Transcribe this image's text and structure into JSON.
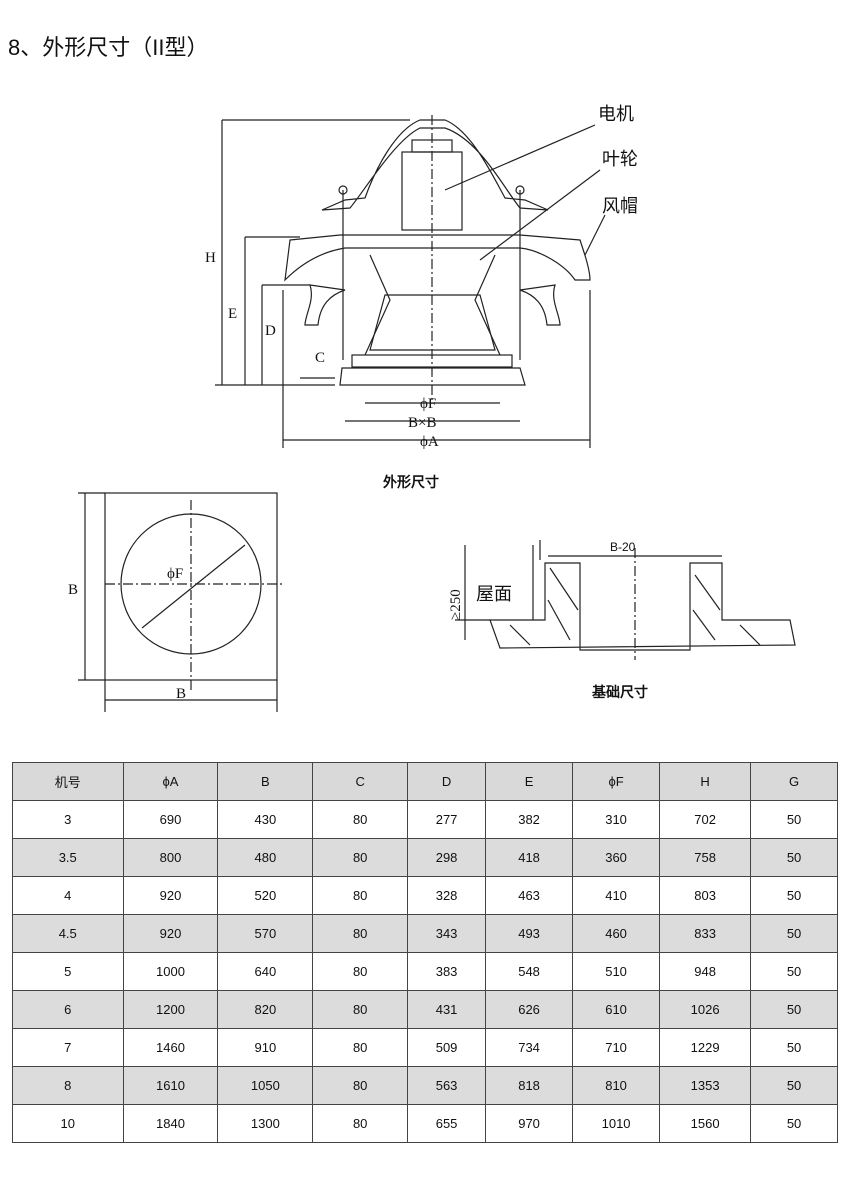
{
  "title": "8、外形尺寸（II型）",
  "main_diagram": {
    "labels": {
      "motor": "电机",
      "impeller": "叶轮",
      "hood": "风帽"
    },
    "dims": {
      "H": "H",
      "E": "E",
      "D": "D",
      "C": "C",
      "F": "ϕF",
      "BxB": "B×B",
      "A": "ϕA"
    },
    "caption": "外形尺寸"
  },
  "plan_diagram": {
    "B_left": "B",
    "B_bottom": "B",
    "F": "ϕF"
  },
  "foundation_diagram": {
    "top": "B-20",
    "height": "≥250",
    "roof": "屋面",
    "caption": "基础尺寸"
  },
  "table": {
    "headers": [
      "机号",
      "ϕA",
      "B",
      "C",
      "D",
      "E",
      "ϕF",
      "H",
      "G"
    ],
    "rows": [
      [
        "3",
        "690",
        "430",
        "80",
        "277",
        "382",
        "310",
        "702",
        "50"
      ],
      [
        "3.5",
        "800",
        "480",
        "80",
        "298",
        "418",
        "360",
        "758",
        "50"
      ],
      [
        "4",
        "920",
        "520",
        "80",
        "328",
        "463",
        "410",
        "803",
        "50"
      ],
      [
        "4.5",
        "920",
        "570",
        "80",
        "343",
        "493",
        "460",
        "833",
        "50"
      ],
      [
        "5",
        "1000",
        "640",
        "80",
        "383",
        "548",
        "510",
        "948",
        "50"
      ],
      [
        "6",
        "1200",
        "820",
        "80",
        "431",
        "626",
        "610",
        "1026",
        "50"
      ],
      [
        "7",
        "1460",
        "910",
        "80",
        "509",
        "734",
        "710",
        "1229",
        "50"
      ],
      [
        "8",
        "1610",
        "1050",
        "80",
        "563",
        "818",
        "810",
        "1353",
        "50"
      ],
      [
        "10",
        "1840",
        "1300",
        "80",
        "655",
        "970",
        "1010",
        "1560",
        "50"
      ]
    ]
  }
}
